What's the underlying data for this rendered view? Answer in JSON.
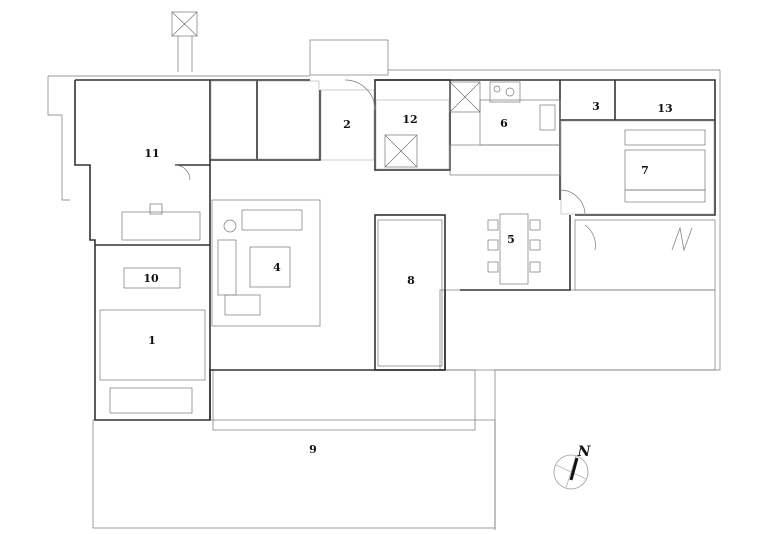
{
  "plan": {
    "rooms": [
      {
        "id": "bedroom-11",
        "label": "11"
      },
      {
        "id": "room-2",
        "label": "2"
      },
      {
        "id": "room-12",
        "label": "12"
      },
      {
        "id": "kitchen-6",
        "label": "6"
      },
      {
        "id": "room-3",
        "label": "3"
      },
      {
        "id": "room-13",
        "label": "13"
      },
      {
        "id": "room-7",
        "label": "7"
      },
      {
        "id": "living-4",
        "label": "4"
      },
      {
        "id": "dining-5",
        "label": "5"
      },
      {
        "id": "room-10",
        "label": "10"
      },
      {
        "id": "stair-8",
        "label": "8"
      },
      {
        "id": "bedroom-1",
        "label": "1"
      },
      {
        "id": "deck-9",
        "label": "9"
      }
    ],
    "north_arrow": {
      "label": "N"
    },
    "colors": {
      "wall": "#333333",
      "thin_line": "#777777",
      "background": "#ffffff"
    }
  }
}
